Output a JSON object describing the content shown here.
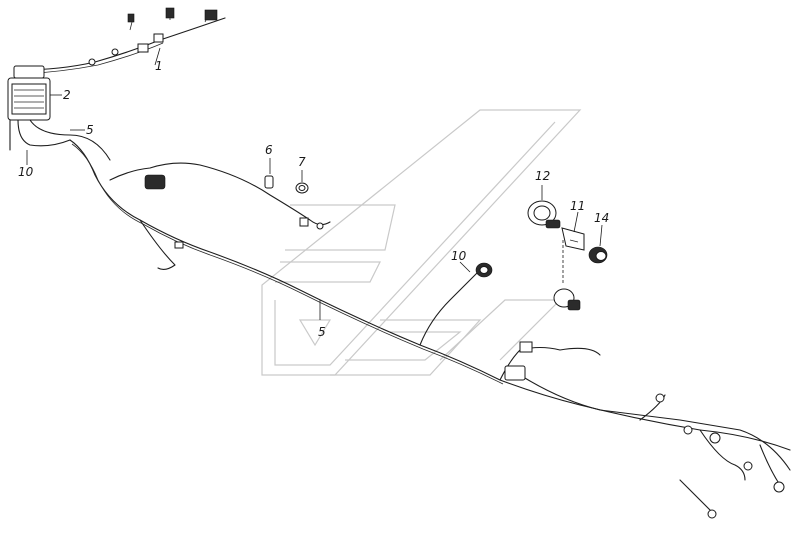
{
  "diagram": {
    "callouts": [
      {
        "id": "c1",
        "label": "1"
      },
      {
        "id": "c2",
        "label": "2"
      },
      {
        "id": "c5a",
        "label": "5"
      },
      {
        "id": "c5b",
        "label": "5"
      },
      {
        "id": "c6",
        "label": "6"
      },
      {
        "id": "c7",
        "label": "7"
      },
      {
        "id": "c10a",
        "label": "10"
      },
      {
        "id": "c10b",
        "label": "10"
      },
      {
        "id": "c11",
        "label": "11"
      },
      {
        "id": "c12",
        "label": "12"
      },
      {
        "id": "c14",
        "label": "14"
      }
    ]
  },
  "colors": {
    "line": "#1e1e1e",
    "watermark": "#c9c9c9",
    "background": "#ffffff"
  }
}
